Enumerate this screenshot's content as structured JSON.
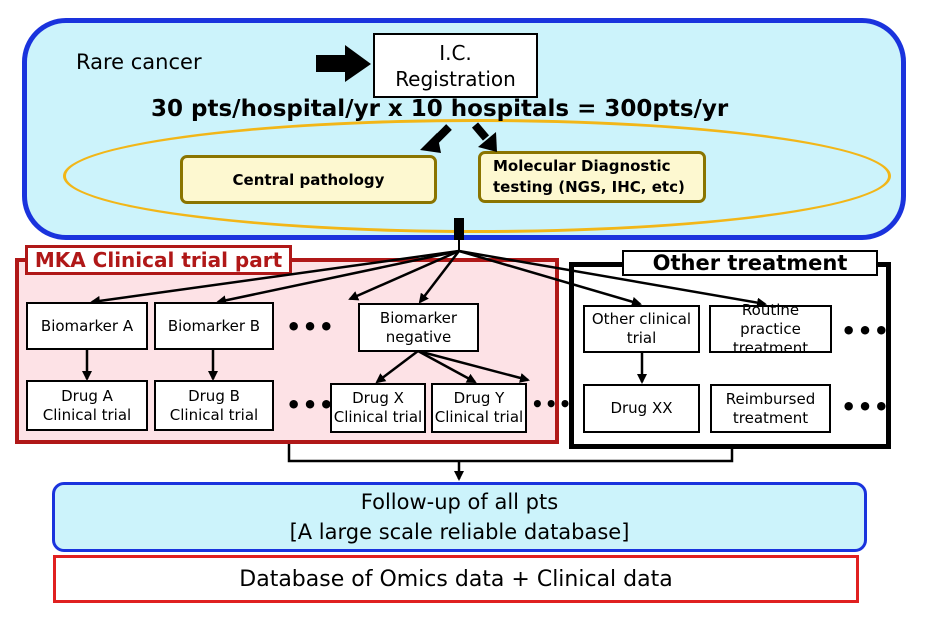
{
  "top": {
    "rare_cancer": "Rare cancer",
    "ic_registration": "I.C.\nRegistration",
    "formula": "30 pts/hospital/yr x 10 hospitals = 300pts/yr",
    "central_pathology": "Central pathology",
    "molecular_testing": "Molecular Diagnostic\ntesting (NGS, IHC, etc)"
  },
  "mka": {
    "title": "MKA Clinical trial part",
    "biomarker_a": "Biomarker A",
    "biomarker_b": "Biomarker B",
    "biomarker_negative": "Biomarker\nnegative",
    "drug_a": "Drug A\nClinical trial",
    "drug_b": "Drug B\nClinical trial",
    "drug_x": "Drug X\nClinical trial",
    "drug_y": "Drug Y\nClinical trial",
    "ellipsis": "•••"
  },
  "other": {
    "title": "Other treatment",
    "other_clinical_trial": "Other clinical\ntrial",
    "routine_practice": "Routine practice\ntreatment",
    "drug_xx": "Drug XX",
    "reimbursed": "Reimbursed\ntreatment",
    "ellipsis": "•••"
  },
  "bottom": {
    "followup": "Follow-up of all pts\n[A large scale reliable database]",
    "omics": "Database of Omics data + Clinical data"
  },
  "colors": {
    "blue_border": "#1a33dd",
    "light_cyan": "#ccf3fb",
    "ellipse_gold": "#f2b618",
    "dark_red": "#b01818",
    "pink_fill": "#fde2e6",
    "omics_red": "#e02020"
  }
}
